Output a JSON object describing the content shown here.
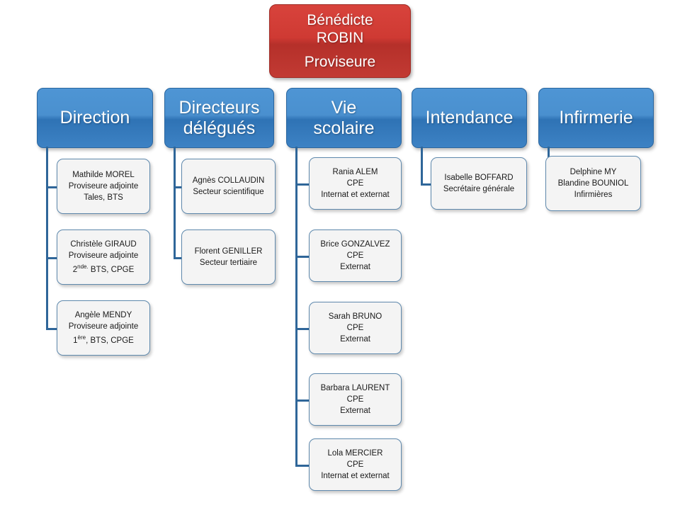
{
  "colors": {
    "root_red": "#cf3a33",
    "dept_blue": "#3d82c4",
    "connector_blue": "#2f6699",
    "child_bg": "#f4f4f4",
    "child_border": "#5f89ad"
  },
  "root": {
    "name_line1": "Bénédicte",
    "name_line2": "ROBIN",
    "role": "Proviseure"
  },
  "departments": [
    {
      "id": "direction",
      "label_line1": "Direction",
      "label_line2": "",
      "children": [
        {
          "id": "mathilde-morel",
          "name": "Mathilde MOREL",
          "role": "Proviseure  adjointe",
          "scope": "Tales, BTS",
          "scope_sup": "",
          "scope_tail": ""
        },
        {
          "id": "christele-giraud",
          "name": "Christèle GIRAUD",
          "role": "Proviseure  adjointe",
          "scope": "2",
          "scope_sup": "nde.",
          "scope_tail": " BTS, CPGE"
        },
        {
          "id": "angele-mendy",
          "name": "Angèle MENDY",
          "role": "Proviseure  adjointe",
          "scope": "1",
          "scope_sup": "ère",
          "scope_tail": ", BTS, CPGE"
        }
      ]
    },
    {
      "id": "directeurs-delegues",
      "label_line1": "Directeurs",
      "label_line2": "délégués",
      "children": [
        {
          "id": "agnes-collaudin",
          "name": "Agnès COLLAUDIN",
          "role": "Secteur scientifique",
          "scope": "",
          "scope_sup": "",
          "scope_tail": ""
        },
        {
          "id": "florent-geniller",
          "name": "Florent GENILLER",
          "role": "Secteur tertiaire",
          "scope": "",
          "scope_sup": "",
          "scope_tail": ""
        }
      ]
    },
    {
      "id": "vie-scolaire",
      "label_line1": "Vie",
      "label_line2": "scolaire",
      "children": [
        {
          "id": "rania-alem",
          "name": "Rania ALEM",
          "role": "CPE",
          "scope": "Internat  et externat",
          "scope_sup": "",
          "scope_tail": ""
        },
        {
          "id": "brice-gonzalvez",
          "name": "Brice GONZALVEZ",
          "role": "CPE",
          "scope": "Externat",
          "scope_sup": "",
          "scope_tail": ""
        },
        {
          "id": "sarah-bruno",
          "name": "Sarah BRUNO",
          "role": "CPE",
          "scope": "Externat",
          "scope_sup": "",
          "scope_tail": ""
        },
        {
          "id": "barbara-laurent",
          "name": "Barbara LAURENT",
          "role": "CPE",
          "scope": "Externat",
          "scope_sup": "",
          "scope_tail": ""
        },
        {
          "id": "lola-mercier",
          "name": "Lola MERCIER",
          "role": "CPE",
          "scope": "Internat  et externat",
          "scope_sup": "",
          "scope_tail": ""
        }
      ]
    },
    {
      "id": "intendance",
      "label_line1": "Intendance",
      "label_line2": "",
      "children": [
        {
          "id": "isabelle-boffard",
          "name": "Isabelle  BOFFARD",
          "role": "Secrétaire générale",
          "scope": "",
          "scope_sup": "",
          "scope_tail": ""
        }
      ]
    },
    {
      "id": "infirmerie",
      "label_line1": "Infirmerie",
      "label_line2": "",
      "children": [
        {
          "id": "infirmieres",
          "name": "Delphine MY",
          "role": "Blandine  BOUNIOL",
          "scope": "Infirmières",
          "scope_sup": "",
          "scope_tail": ""
        }
      ]
    }
  ]
}
